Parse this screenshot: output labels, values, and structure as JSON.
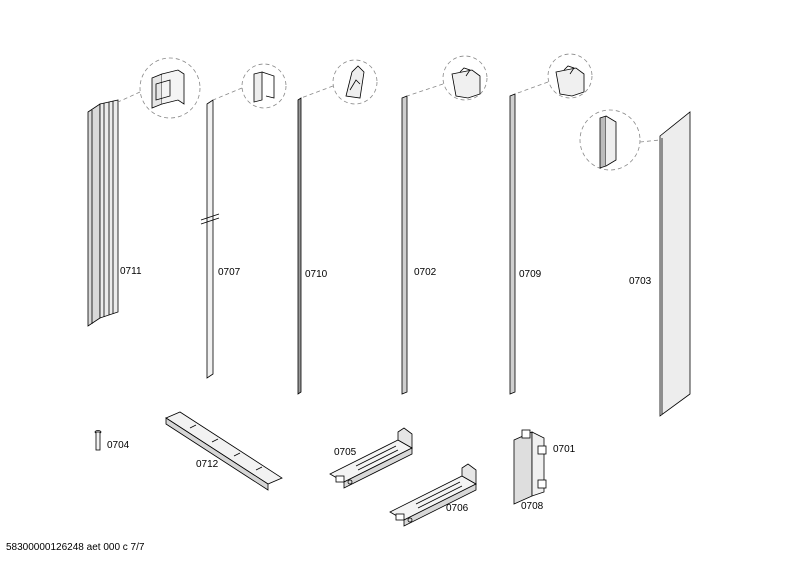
{
  "parts": {
    "p0711": "0711",
    "p0707": "0707",
    "p0710": "0710",
    "p0702": "0702",
    "p0709": "0709",
    "p0703": "0703",
    "p0704": "0704",
    "p0712": "0712",
    "p0705": "0705",
    "p0706": "0706",
    "p0701": "0701",
    "p0708": "0708"
  },
  "footer": {
    "doc_id": "58300000126248 aet 000 c 7/7"
  },
  "colors": {
    "line": "#000000",
    "dashed": "#888888",
    "shade": "#cfcfcf",
    "light": "#e9e9e9"
  }
}
